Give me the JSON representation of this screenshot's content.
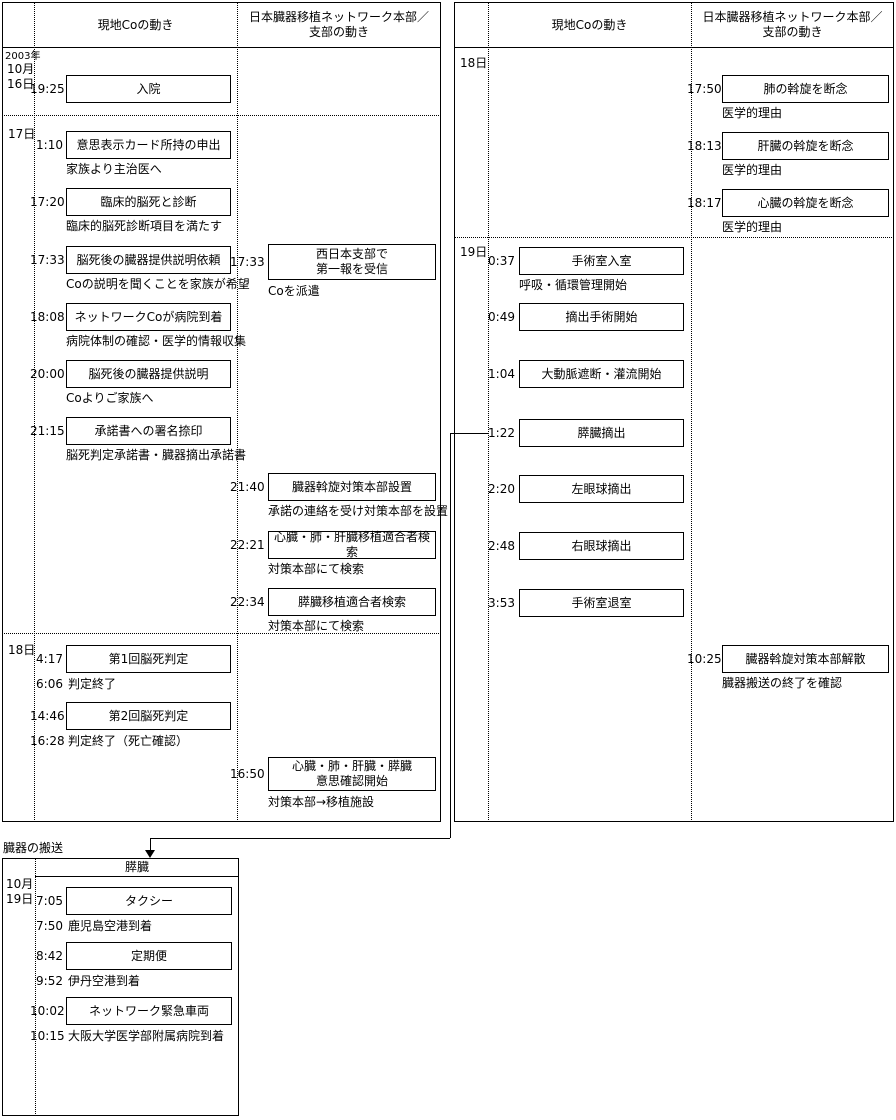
{
  "headers": {
    "local": "現地Coの動き",
    "network": "日本臓器移植ネットワーク本部／\n支部の動き"
  },
  "left_panel": {
    "date_year": "2003年",
    "date_month": "10月",
    "date_day1": "16日",
    "date_day2": "17日",
    "date_day3": "18日",
    "local_events": [
      {
        "time": "19:25",
        "label": "入院",
        "caption": ""
      },
      {
        "time": "1:10",
        "label": "意思表示カード所持の申出",
        "caption": "家族より主治医へ"
      },
      {
        "time": "17:20",
        "label": "臨床的脳死と診断",
        "caption": "臨床的脳死診断項目を満たす"
      },
      {
        "time": "17:33",
        "label": "脳死後の臓器提供説明依頼",
        "caption": "Coの説明を聞くことを家族が希望"
      },
      {
        "time": "18:08",
        "label": "ネットワークCoが病院到着",
        "caption": "病院体制の確認・医学的情報収集"
      },
      {
        "time": "20:00",
        "label": "脳死後の臓器提供説明",
        "caption": "Coよりご家族へ"
      },
      {
        "time": "21:15",
        "label": "承諾書への署名捺印",
        "caption": "脳死判定承諾書・臓器摘出承諾書"
      },
      {
        "time": "4:17",
        "label": "第1回脳死判定",
        "end_time": "6:06",
        "caption": "判定終了"
      },
      {
        "time": "14:46",
        "label": "第2回脳死判定",
        "end_time": "16:28",
        "caption": "判定終了（死亡確認）"
      }
    ],
    "network_events": [
      {
        "time": "17:33",
        "label": "西日本支部で\n第一報を受信",
        "caption": "Coを派遣"
      },
      {
        "time": "21:40",
        "label": "臓器斡旋対策本部設置",
        "caption": "承諾の連絡を受け対策本部を設置"
      },
      {
        "time": "22:21",
        "label": "心臓・肺・肝臓移植適合者検索",
        "caption": "対策本部にて検索"
      },
      {
        "time": "22:34",
        "label": "膵臓移植適合者検索",
        "caption": "対策本部にて検索"
      },
      {
        "time": "16:50",
        "label": "心臓・肺・肝臓・膵臓\n意思確認開始",
        "caption": "対策本部→移植施設"
      }
    ]
  },
  "right_panel": {
    "date_day1": "18日",
    "date_day2": "19日",
    "local_events": [
      {
        "time": "0:37",
        "label": "手術室入室",
        "caption": "呼吸・循環管理開始"
      },
      {
        "time": "0:49",
        "label": "摘出手術開始",
        "caption": ""
      },
      {
        "time": "1:04",
        "label": "大動脈遮断・灌流開始",
        "caption": ""
      },
      {
        "time": "1:22",
        "label": "膵臓摘出",
        "caption": ""
      },
      {
        "time": "2:20",
        "label": "左眼球摘出",
        "caption": ""
      },
      {
        "time": "2:48",
        "label": "右眼球摘出",
        "caption": ""
      },
      {
        "time": "3:53",
        "label": "手術室退室",
        "caption": ""
      }
    ],
    "network_events": [
      {
        "time": "17:50",
        "label": "肺の斡旋を断念",
        "caption": "医学的理由"
      },
      {
        "time": "18:13",
        "label": "肝臓の斡旋を断念",
        "caption": "医学的理由"
      },
      {
        "time": "18:17",
        "label": "心臓の斡旋を断念",
        "caption": "医学的理由"
      },
      {
        "time": "10:25",
        "label": "臓器斡旋対策本部解散",
        "caption": "臓器搬送の終了を確認"
      }
    ]
  },
  "transport": {
    "title": "臓器の搬送",
    "organ": "膵臓",
    "date_month": "10月",
    "date_day": "19日",
    "events": [
      {
        "time": "7:05",
        "label": "タクシー",
        "end_time": "7:50",
        "caption": "鹿児島空港到着"
      },
      {
        "time": "8:42",
        "label": "定期便",
        "end_time": "9:52",
        "caption": "伊丹空港到着"
      },
      {
        "time": "10:02",
        "label": "ネットワーク緊急車両",
        "end_time": "10:15",
        "caption": "大阪大学医学部附属病院到着"
      }
    ]
  }
}
